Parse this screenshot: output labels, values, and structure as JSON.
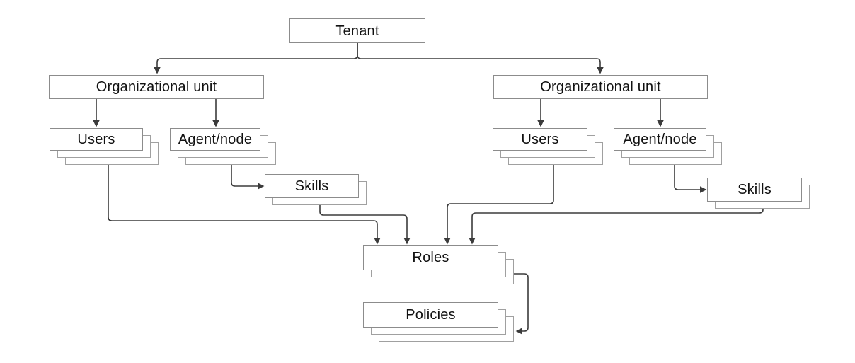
{
  "diagram": {
    "description": "Tenant hierarchy diagram",
    "nodes": {
      "tenant": {
        "label": "Tenant",
        "stack": 1
      },
      "ou_left": {
        "label": "Organizational unit",
        "stack": 1
      },
      "ou_right": {
        "label": "Organizational unit",
        "stack": 1
      },
      "users_left": {
        "label": "Users",
        "stack": 3
      },
      "agent_left": {
        "label": "Agent/node",
        "stack": 3
      },
      "skills_left": {
        "label": "Skills",
        "stack": 2
      },
      "users_right": {
        "label": "Users",
        "stack": 3
      },
      "agent_right": {
        "label": "Agent/node",
        "stack": 3
      },
      "skills_right": {
        "label": "Skills",
        "stack": 2
      },
      "roles": {
        "label": "Roles",
        "stack": 3
      },
      "policies": {
        "label": "Policies",
        "stack": 3
      }
    },
    "edges": [
      {
        "from": "tenant",
        "to": "ou_left"
      },
      {
        "from": "tenant",
        "to": "ou_right"
      },
      {
        "from": "ou_left",
        "to": "users_left"
      },
      {
        "from": "ou_left",
        "to": "agent_left"
      },
      {
        "from": "ou_right",
        "to": "users_right"
      },
      {
        "from": "ou_right",
        "to": "agent_right"
      },
      {
        "from": "agent_left",
        "to": "skills_left"
      },
      {
        "from": "agent_right",
        "to": "skills_right"
      },
      {
        "from": "users_left",
        "to": "roles"
      },
      {
        "from": "skills_left",
        "to": "roles"
      },
      {
        "from": "users_right",
        "to": "roles"
      },
      {
        "from": "skills_right",
        "to": "roles"
      },
      {
        "from": "roles",
        "to": "policies"
      }
    ],
    "colors": {
      "background": "#ffffff",
      "box_border": "#8c8c8c",
      "stack_border": "#a0a0a0",
      "connector": "#3b3b3b",
      "text": "#111111"
    }
  }
}
